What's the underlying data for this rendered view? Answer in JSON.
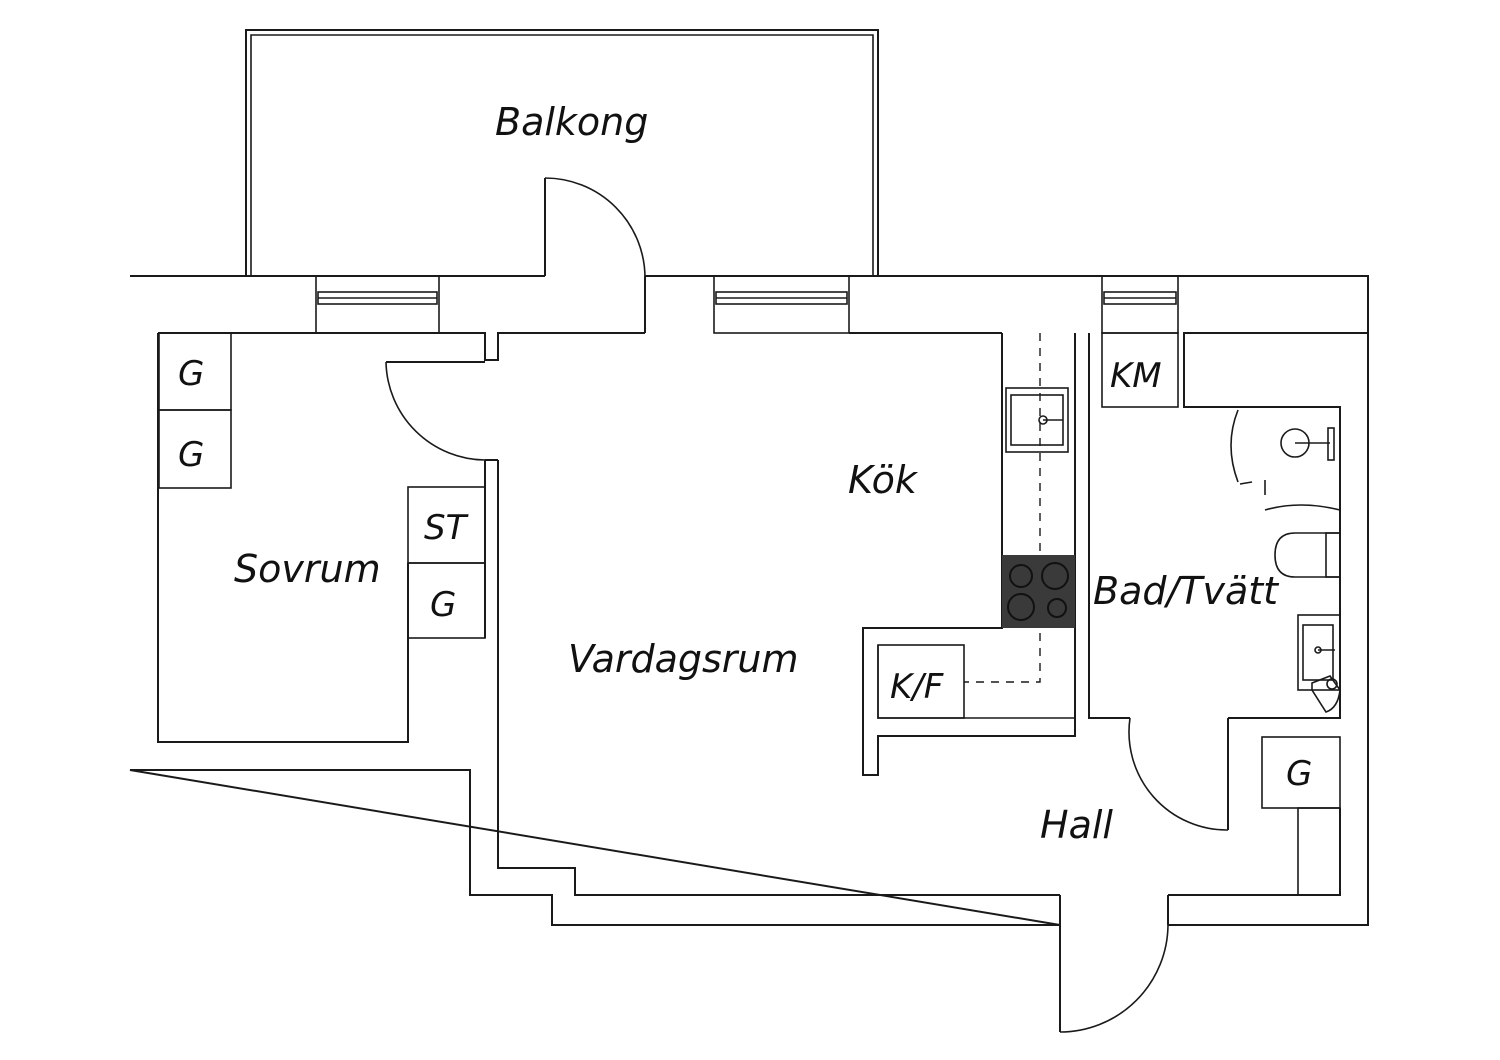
{
  "rooms": {
    "balkong": "Balkong",
    "sovrum": "Sovrum",
    "vardagsrum": "Vardagsrum",
    "kok": "Kök",
    "bad": "Bad/Tvätt",
    "hall": "Hall"
  },
  "fixtures": {
    "garderob": "G",
    "stadskap": "ST",
    "kyl_frys": "K/F",
    "tvattmaskin": "KM"
  },
  "colors": {
    "line": "#1a1a1a",
    "stove": "#3a3a3a",
    "background": "#ffffff"
  }
}
